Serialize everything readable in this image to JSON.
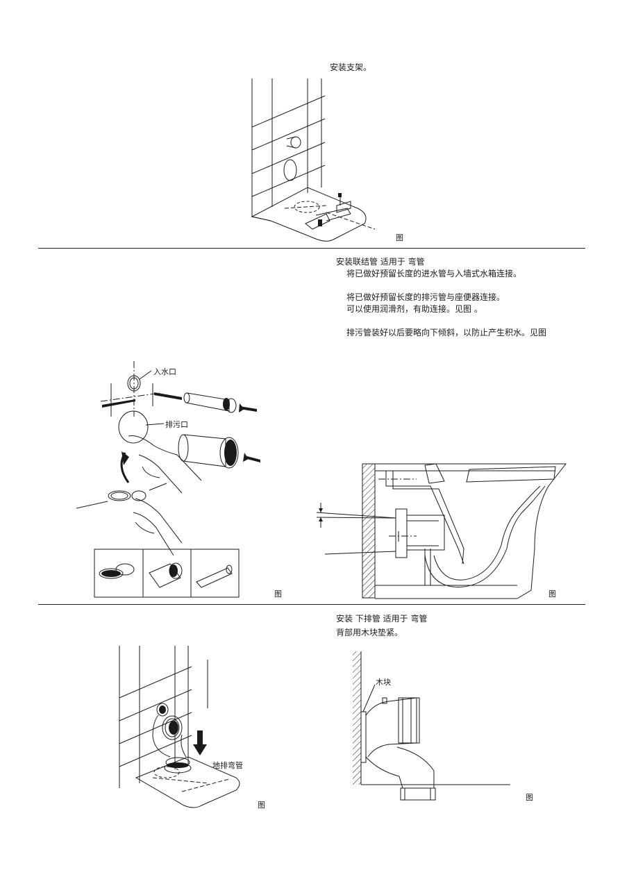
{
  "section1": {
    "heading": "安装支架。",
    "figure_caption": "图"
  },
  "section2": {
    "lines": [
      "安装联结管 适用于  弯管",
      "将已做好预留长度的进水管与入墙式水箱连接。",
      "将已做好预留长度的排污管与座便器连接。",
      "可以使用润滑剂，有助连接。见图     。",
      "排污管装好以后要略向下倾斜，以防止产生积水。见图"
    ],
    "labels": {
      "inlet": "入水口",
      "outlet": "排污口"
    },
    "figure_caption_left": "图",
    "figure_caption_right": "图"
  },
  "section3": {
    "lines": [
      "安装           下排管 适用于   弯管",
      "背部用木块垫紧。"
    ],
    "labels": {
      "floor_bend": "地排弯管",
      "wood_block": "木块"
    },
    "figure_caption_left": "图",
    "figure_caption_right": "图"
  }
}
